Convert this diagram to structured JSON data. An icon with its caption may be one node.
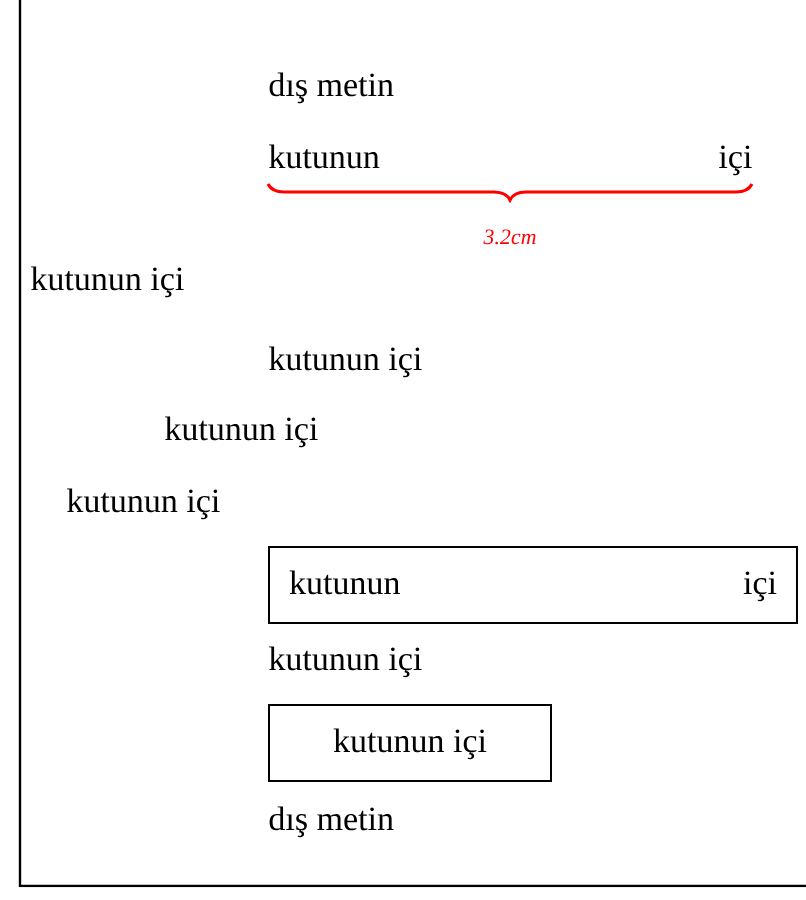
{
  "diagram": {
    "nodes": [
      {
        "text": [
          "kutunun içi"
        ]
      },
      {
        "text": [
          "kutunun içi"
        ]
      }
    ],
    "labels": [
      "dış metin",
      "kutunun içi",
      "3.2cm",
      "kutunun içi",
      "kutunun içi",
      "kutunun içi",
      "kutunun içi",
      "kutunun içi",
      "dış metin"
    ]
  }
}
